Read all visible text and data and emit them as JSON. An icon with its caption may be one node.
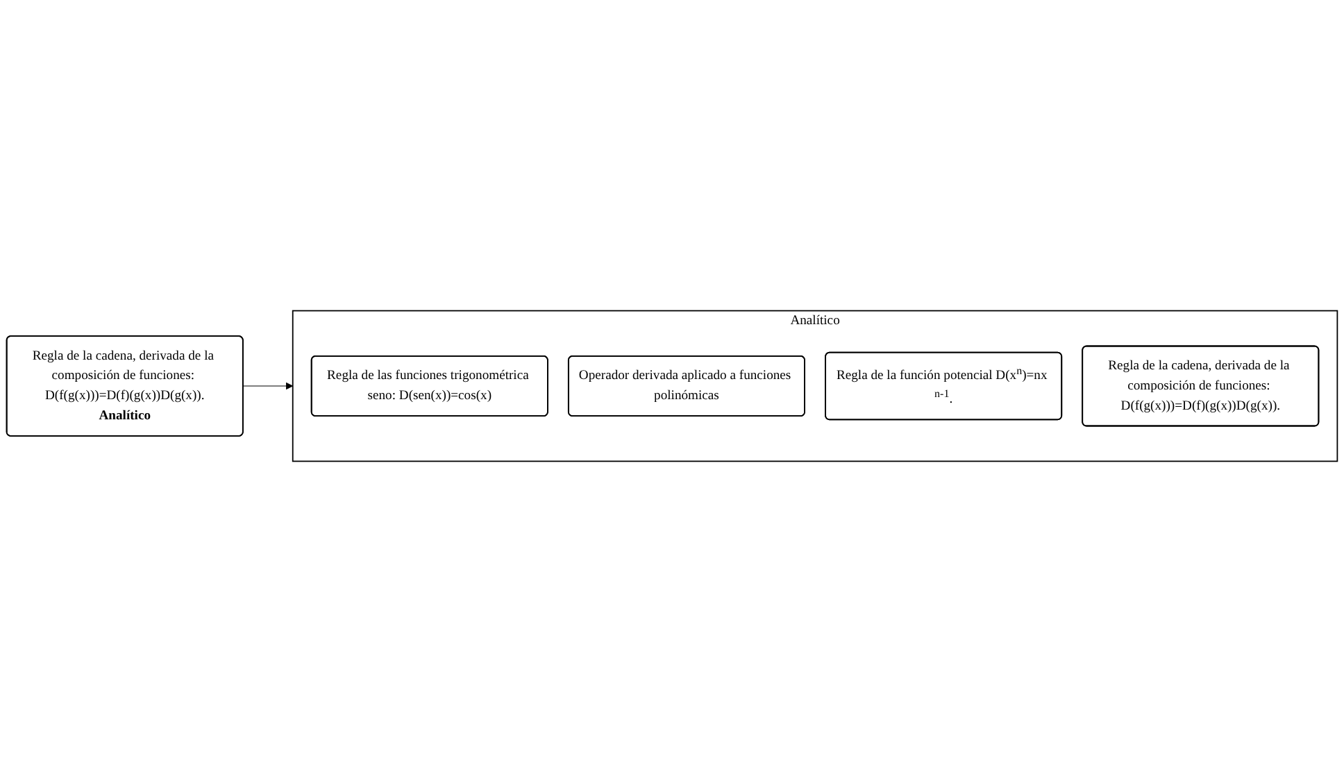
{
  "diagram": {
    "nodes": [
      {
        "text": [
          "Regla de la cadena, derivada de la composición de funciones: D(f(g(x)))=D(f)(g(x))D(g(x)).",
          "Analítico"
        ]
      },
      {
        "text": [
          "Analítico"
        ]
      },
      {
        "text": [
          "Regla de las funciones trigonométrica seno: D(sen(x))=cos(x)"
        ],
        "in": 1
      },
      {
        "text": [
          "Operador derivada aplicado a funciones polinómicas"
        ],
        "in": 1
      },
      {
        "text": [
          "Regla de la función potencial D(x$^{n}$)=nx $^{n-1}$."
        ],
        "in": 1
      },
      {
        "text": [
          "Regla de la cadena, derivada de la composición de funciones: D(f(g(x)))=D(f)(g(x))D(g(x))."
        ],
        "in": 1
      }
    ],
    "edges": [
      {
        "from": 0,
        "to": 1,
        "arrow": "to"
      }
    ]
  }
}
